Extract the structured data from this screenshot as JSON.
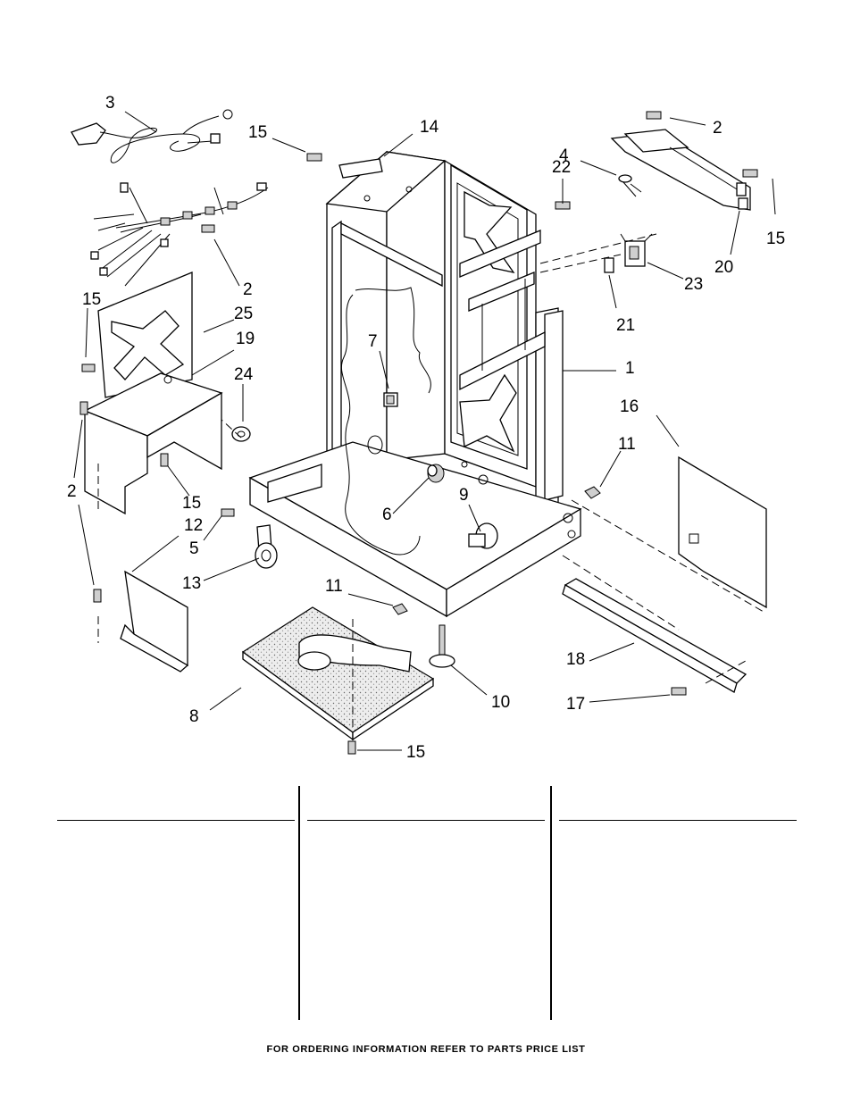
{
  "diagram": {
    "callouts": {
      "c1": "1",
      "c2a": "2",
      "c2b": "2",
      "c2c": "2",
      "c3": "3",
      "c4": "4",
      "c5": "5",
      "c6": "6",
      "c7": "7",
      "c8": "8",
      "c9": "9",
      "c10": "10",
      "c11a": "11",
      "c11b": "11",
      "c12": "12",
      "c13": "13",
      "c14": "14",
      "c15a": "15",
      "c15b": "15",
      "c15c": "15",
      "c15d": "15",
      "c15e": "15",
      "c16": "16",
      "c17": "17",
      "c18": "18",
      "c19": "19",
      "c20": "20",
      "c21": "21",
      "c22": "22",
      "c23": "23",
      "c24": "24",
      "c25": "25"
    }
  },
  "footer": {
    "note": "FOR ORDERING INFORMATION REFER TO PARTS PRICE LIST"
  }
}
